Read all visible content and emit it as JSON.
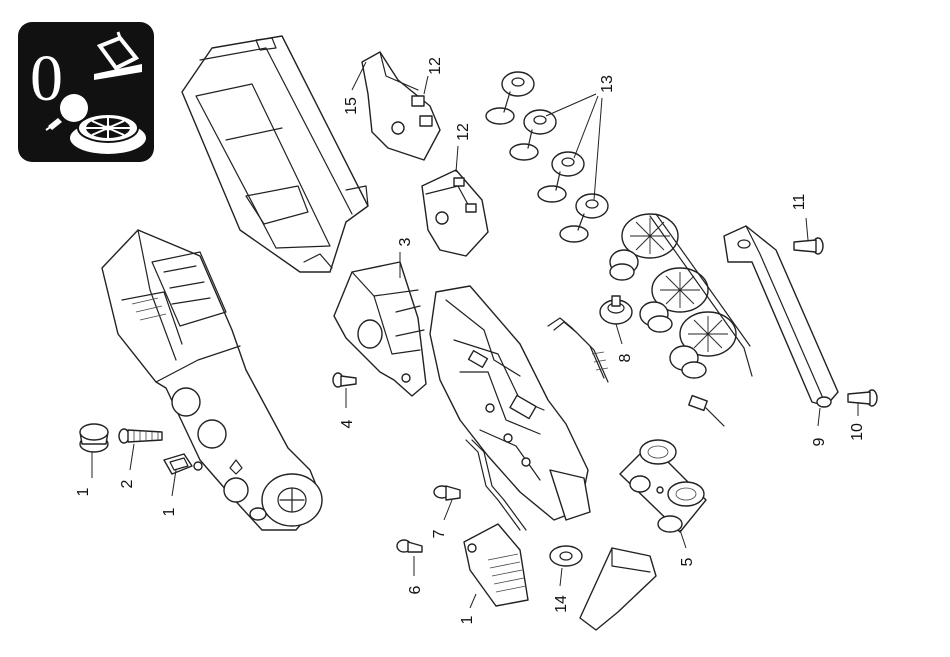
{
  "badge": {
    "digit": "0",
    "icons": [
      "reverse-unit-icon",
      "bulb-icon",
      "spoked-wheel-icon"
    ],
    "bg_color": "#111111",
    "fg_color": "#ffffff"
  },
  "callouts": {
    "c1a": "1",
    "c2": "2",
    "c1b": "1",
    "c3": "3",
    "c4": "4",
    "c5": "5",
    "c6": "6",
    "c7": "7",
    "c1c": "1",
    "c8": "8",
    "c9": "9",
    "c10": "10",
    "c11": "11",
    "c12a": "12",
    "c12b": "12",
    "c13": "13",
    "c14": "14",
    "c15": "15"
  }
}
